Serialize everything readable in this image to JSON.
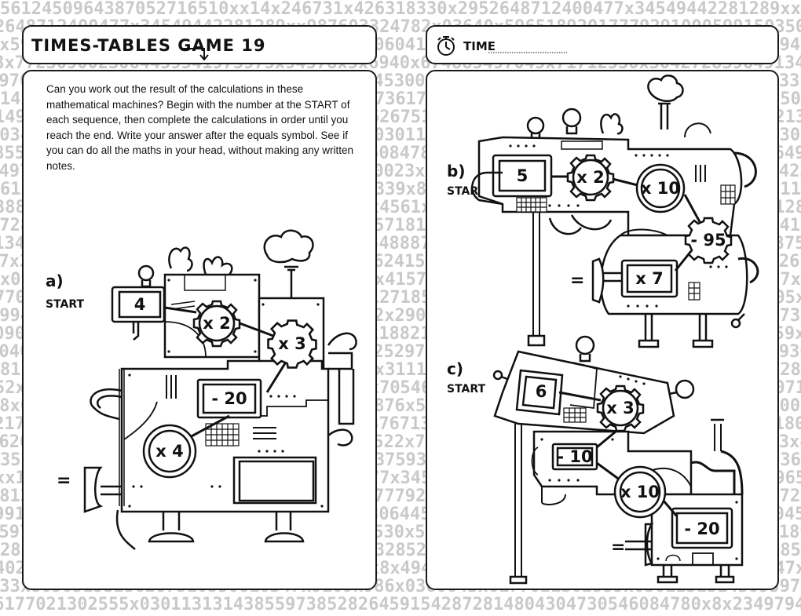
{
  "header": {
    "title": "TIMES-TABLES GAME 19",
    "time_label": "TIME"
  },
  "intro": "Can you work out the result of the calculations in these mathematical machines? Begin with the number at the START of each sequence, then complete the calculations in order until you reach the end. Write your answer after the equals symbol. See if you can do all the maths in your head, without making any written notes.",
  "puzzles": {
    "a": {
      "letter": "a)",
      "start_label": "START",
      "start": "4",
      "ops": [
        "x 2",
        "x 3",
        "- 20",
        "x 4"
      ],
      "equals": "="
    },
    "b": {
      "letter": "b)",
      "start_label": "START",
      "start": "5",
      "ops": [
        "x 2",
        "x 10",
        "- 95",
        "x 7"
      ],
      "equals": "="
    },
    "c": {
      "letter": "c)",
      "start_label": "START",
      "start": "6",
      "ops": [
        "x 3",
        "- 10",
        "x 10",
        "- 20"
      ],
      "equals": "="
    }
  },
  "icons": [
    "arrow-down-right-icon",
    "stopwatch-icon",
    "lightbulb-icon",
    "gear-icon",
    "cloud-icon"
  ]
}
